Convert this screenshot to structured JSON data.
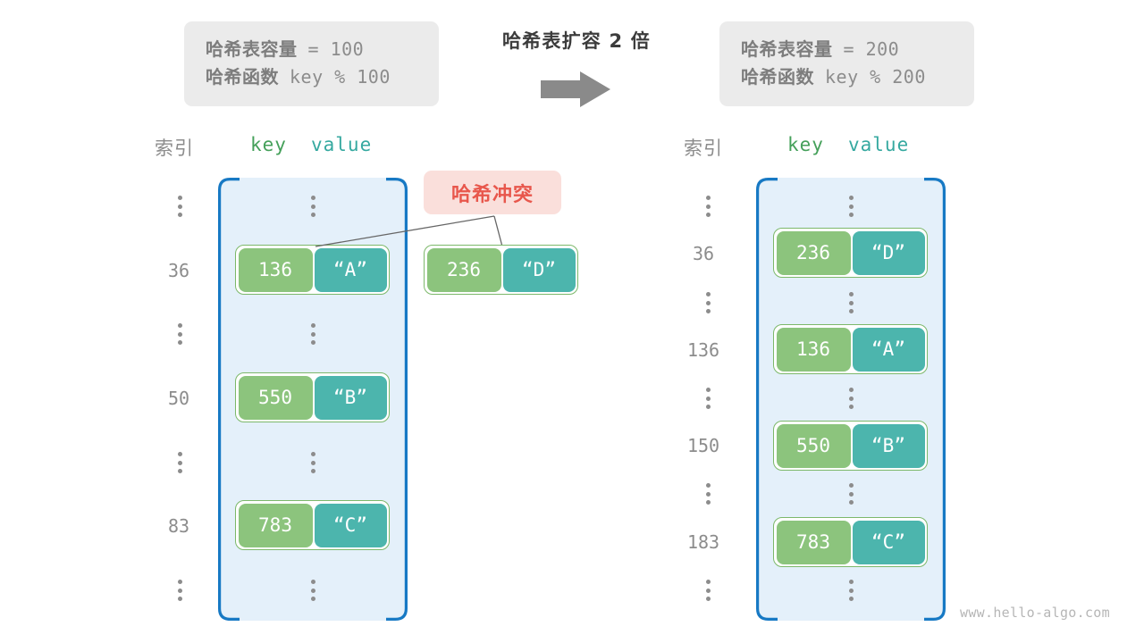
{
  "diagram": {
    "title": "哈希表扩容 2 倍",
    "arrow_icon": "right-arrow-icon",
    "watermark": "www.hello-algo.com"
  },
  "before": {
    "capacity_label": "哈希表容量",
    "capacity_value": "= 100",
    "function_label": "哈希函数",
    "function_value": "key % 100",
    "header_index": "索引",
    "header_key": "key",
    "header_value": "value",
    "rows": [
      {
        "type": "dots",
        "index": "⋮"
      },
      {
        "type": "entry",
        "index": "36",
        "key": "136",
        "value": "“A”"
      },
      {
        "type": "dots",
        "index": "⋮"
      },
      {
        "type": "entry",
        "index": "50",
        "key": "550",
        "value": "“B”"
      },
      {
        "type": "dots",
        "index": "⋮"
      },
      {
        "type": "entry",
        "index": "83",
        "key": "783",
        "value": "“C”"
      },
      {
        "type": "dots",
        "index": "⋮"
      }
    ],
    "collision": {
      "badge_label": "哈希冲突",
      "key": "236",
      "value": "“D”"
    }
  },
  "after": {
    "capacity_label": "哈希表容量",
    "capacity_value": "= 200",
    "function_label": "哈希函数",
    "function_value": "key % 200",
    "header_index": "索引",
    "header_key": "key",
    "header_value": "value",
    "rows": [
      {
        "type": "dots",
        "index": "⋮"
      },
      {
        "type": "entry",
        "index": "36",
        "key": "236",
        "value": "“D”"
      },
      {
        "type": "dots",
        "index": "⋮"
      },
      {
        "type": "entry",
        "index": "136",
        "key": "136",
        "value": "“A”"
      },
      {
        "type": "dots",
        "index": "⋮"
      },
      {
        "type": "entry",
        "index": "150",
        "key": "550",
        "value": "“B”"
      },
      {
        "type": "dots",
        "index": "⋮"
      },
      {
        "type": "entry",
        "index": "183",
        "key": "783",
        "value": "“C”"
      },
      {
        "type": "dots",
        "index": "⋮"
      }
    ]
  },
  "colors": {
    "panel_fill": "#e4f0fa",
    "panel_stroke": "#1779c4",
    "key_cell": "#8cc47d",
    "value_cell": "#4cb5ad",
    "cell_border": "#7cb86a",
    "badge_bg": "#fadfdb",
    "badge_text": "#e8574c",
    "info_bg": "#ebebeb",
    "arrow": "#8a8a8a",
    "muted_text": "#8c8c8c"
  }
}
